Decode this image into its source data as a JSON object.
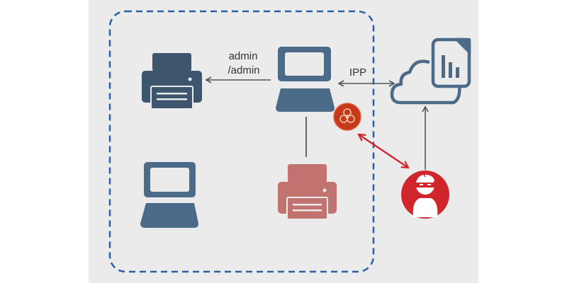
{
  "diagram": {
    "labels": {
      "credentials_line1": "admin",
      "credentials_line2": "/admin",
      "protocol": "IPP"
    },
    "nodes": [
      {
        "id": "printer-dark",
        "icon": "printer-icon",
        "color": "#3d566e"
      },
      {
        "id": "laptop-main",
        "icon": "laptop-icon",
        "color": "#4b6b88"
      },
      {
        "id": "laptop-secondary",
        "icon": "laptop-icon",
        "color": "#4b6b88"
      },
      {
        "id": "printer-compromised",
        "icon": "printer-icon",
        "color": "#c27370"
      },
      {
        "id": "cloud-document",
        "icon": "cloud-document-chart-icon",
        "color": "#4b6b88"
      },
      {
        "id": "malware",
        "icon": "biohazard-icon",
        "color": "#c43a1a"
      },
      {
        "id": "attacker",
        "icon": "hacker-icon",
        "color": "#d0262b"
      }
    ],
    "colors": {
      "background": "#ebebeb",
      "boundary": "#2a5ea8",
      "connector": "#555555",
      "attack": "#d0262b"
    }
  }
}
